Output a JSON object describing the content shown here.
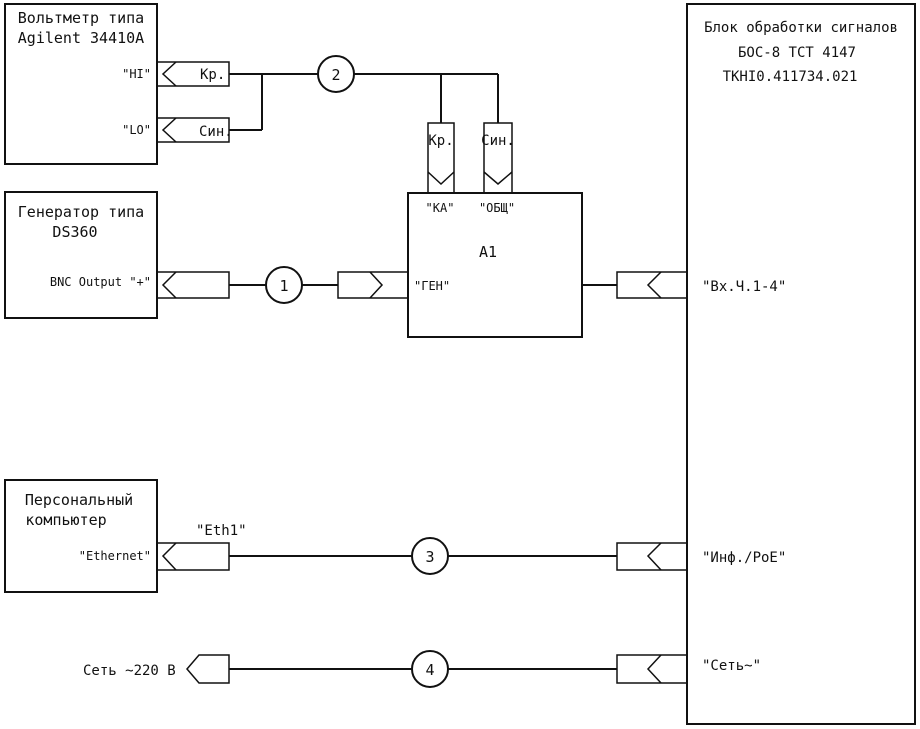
{
  "voltmeter": {
    "title_line1": "Вольтметр типа",
    "title_line2": "Agilent 34410A",
    "port_hi": "\"HI\"",
    "port_lo": "\"LO\""
  },
  "generator": {
    "title_line1": "Генератор типа",
    "title_line2": "DS360",
    "port_output": "BNC Output \"+\""
  },
  "pc": {
    "title_line1": "Персональный",
    "title_line2": "компьютер",
    "port_ethernet": "\"Ethernet\"",
    "connector_label": "\"Eth1\""
  },
  "mains": {
    "label": "Сеть ~220 В"
  },
  "a1": {
    "label": "A1",
    "port_ka": "\"КА\"",
    "port_common": "\"ОБЩ\"",
    "port_gen": "\"ГЕН\""
  },
  "connectors": {
    "red": "Кр.",
    "blue": "Син."
  },
  "processing_unit": {
    "title_line1": "Блок обработки сигналов",
    "title_line2": "БОС-8  ТСТ 4147",
    "title_line3": "ТКНІ0.411734.021",
    "port_input": "\"Вх.Ч.1-4\"",
    "port_info": "\"Инф./PoE\"",
    "port_mains": "\"Сеть~\""
  },
  "cables": [
    "1",
    "2",
    "3",
    "4"
  ]
}
